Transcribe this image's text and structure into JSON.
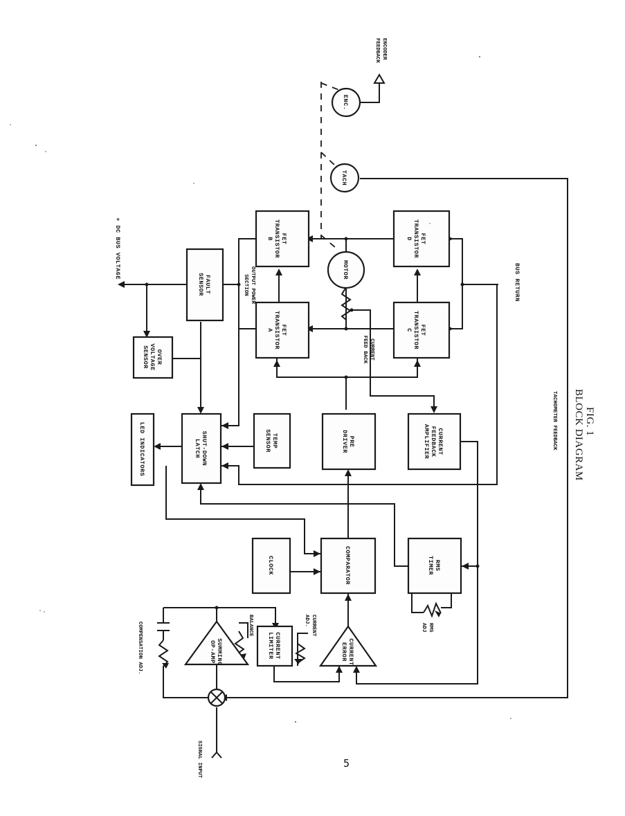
{
  "figure": {
    "title": "BLOCK DIAGRAM",
    "subtitle": "FIG. 1",
    "page_number": "5"
  },
  "blocks": {
    "fet_a": [
      "FET",
      "TRANSISTOR",
      "A"
    ],
    "fet_b": [
      "FET",
      "TRANSISTOR",
      "B"
    ],
    "fet_c": [
      "FET",
      "TRANSISTOR",
      "C"
    ],
    "fet_d": [
      "FET",
      "TRANSISTOR",
      "D"
    ],
    "fault_sensor": [
      "FAULT",
      "SENSOR"
    ],
    "over_voltage_sensor": [
      "OVER",
      "VOLTAGE",
      "SENSOR"
    ],
    "led_indicators": [
      "LED INDICATORS"
    ],
    "shut_down_latch": [
      "SHUT-DOWN",
      "LATCH"
    ],
    "temp_sensor": [
      "TEMP",
      "SENSOR"
    ],
    "pre_driver": [
      "PRE",
      "DRIVER"
    ],
    "current_feedback_amplifier": [
      "CURRENT",
      "FEEDBACK",
      "AMPLIFIER"
    ],
    "clock": [
      "CLOCK"
    ],
    "comparator": [
      "COMPARATOR"
    ],
    "rms_timer": [
      "RMS",
      "TIMER"
    ],
    "current_limiter": [
      "CURRENT",
      "LIMITER"
    ],
    "summing_op_amp": [
      "SUMMING",
      "OP-AMP"
    ],
    "current_error": [
      "CURRENT",
      "ERROR"
    ],
    "motor": [
      "MOTOR"
    ],
    "tach": [
      "TACH"
    ],
    "enc": [
      "ENC."
    ]
  },
  "labels": {
    "dc_bus_voltage": "+ DC BUS VOLTAGE",
    "output_power_section": [
      "OUTPUT POWER",
      "SECTION"
    ],
    "current_feed_back": [
      "CURRENT",
      "FEED BACK"
    ],
    "bus_return": "BUS RETURN",
    "tachometer_feedback": "TACHOMETER FEEDBACK",
    "encoder_feedback": [
      "ENCODER",
      "FEEDBACK"
    ],
    "compensation_adj": "COMPENSATION ADJ.",
    "balance": "BALANCE",
    "current_adj": [
      "CURRENT",
      "ADJ."
    ],
    "rms_adj": [
      "RMS",
      "ADJ"
    ],
    "signal_input": "SIGNAL INPUT"
  }
}
